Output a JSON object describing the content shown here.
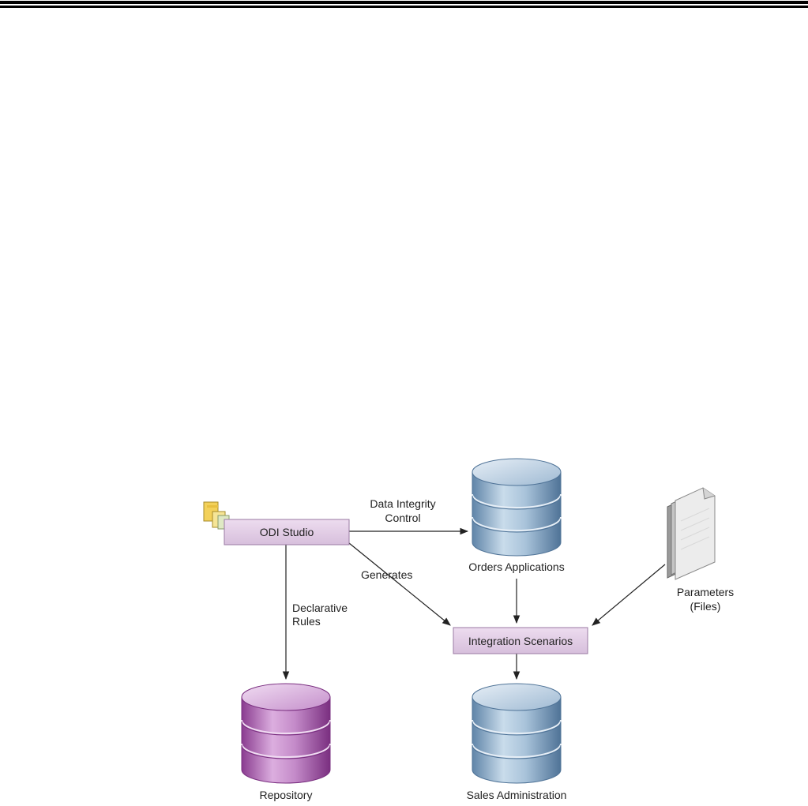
{
  "diagram": {
    "nodes": {
      "odi_studio": "ODI Studio",
      "orders_applications": "Orders Applications",
      "integration_scenarios": "Integration Scenarios",
      "repository": "Repository",
      "sales_administration": "Sales Administration",
      "parameters_line1": "Parameters",
      "parameters_line2": "(Files)"
    },
    "edges": {
      "data_integrity_line1": "Data Integrity",
      "data_integrity_line2": "Control",
      "generates": "Generates",
      "declarative_line1": "Declarative",
      "declarative_line2": "Rules"
    },
    "colors": {
      "box_fill": "#e3cfe6",
      "box_border": "#9a7aa3",
      "blue_db": "#8fb0cc",
      "purple_db": "#b26fb7"
    }
  }
}
